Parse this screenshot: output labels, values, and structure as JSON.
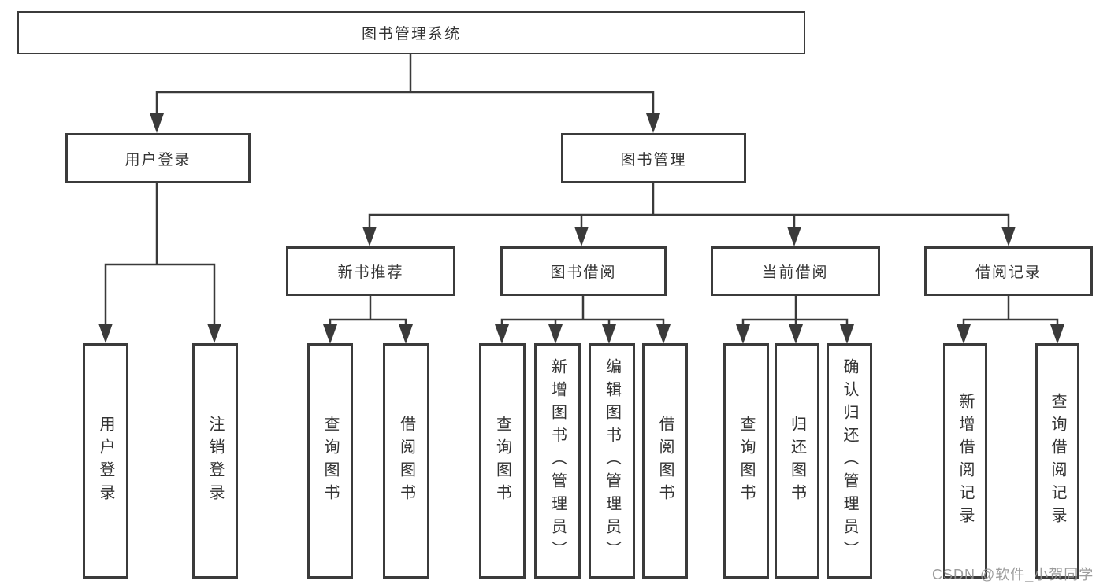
{
  "diagram": {
    "root": "图书管理系统",
    "branches": [
      {
        "label": "用户登录",
        "leaves": [
          "用户登录",
          "注销登录"
        ]
      },
      {
        "label": "图书管理",
        "groups": [
          {
            "label": "新书推荐",
            "leaves": [
              "查询图书",
              "借阅图书"
            ]
          },
          {
            "label": "图书借阅",
            "leaves": [
              "查询图书",
              "新增图书（管理员）",
              "编辑图书（管理员）",
              "借阅图书"
            ]
          },
          {
            "label": "当前借阅",
            "leaves": [
              "查询图书",
              "归还图书",
              "确认归还（管理员）"
            ]
          },
          {
            "label": "借阅记录",
            "leaves": [
              "新增借阅记录",
              "查询借阅记录"
            ]
          }
        ]
      }
    ]
  },
  "watermark": "CSDN @软件_小贺同学",
  "colors": {
    "line": "#3a3a3a",
    "box_border": "#3b3b3b",
    "text": "#333333",
    "watermark": "#949494",
    "background": "#ffffff"
  }
}
